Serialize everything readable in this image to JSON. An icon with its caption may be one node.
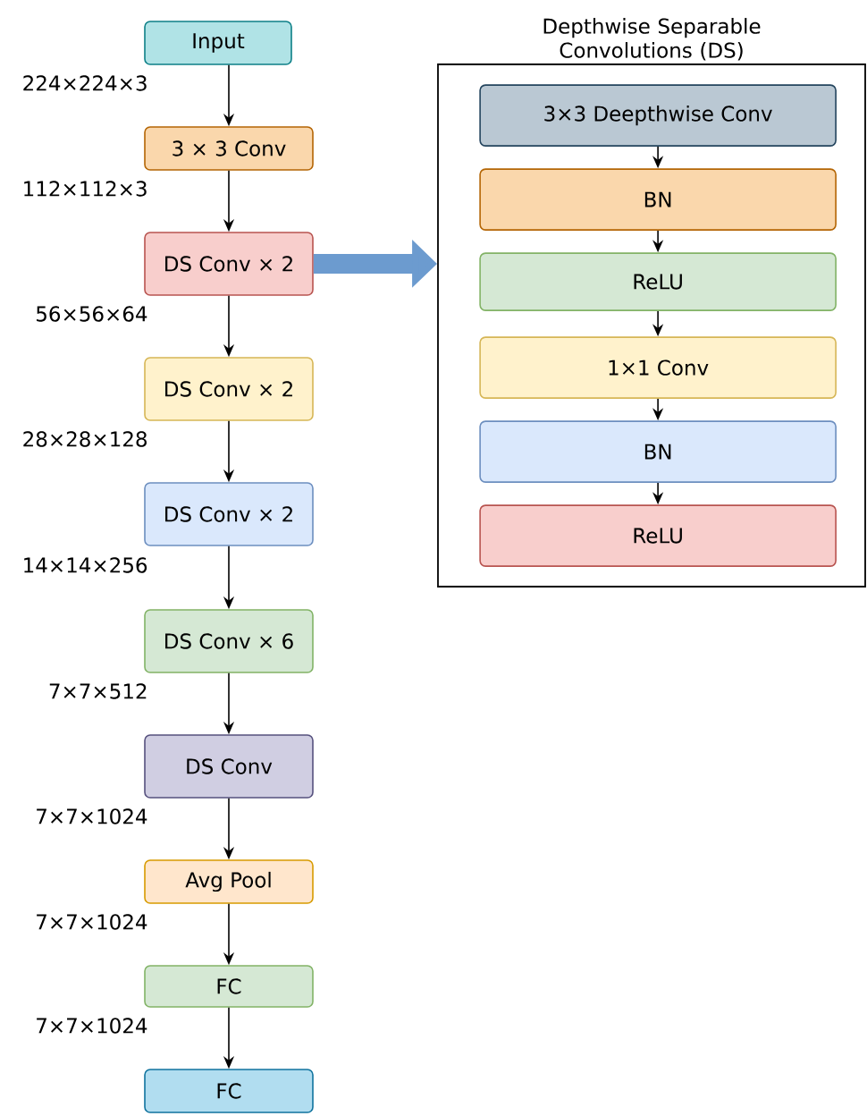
{
  "diagram": {
    "nodes": [
      {
        "text": [
          "Input"
        ]
      },
      {
        "text": [
          "3 × 3 Conv"
        ]
      },
      {
        "text": [
          "DS Conv × 2"
        ]
      },
      {
        "text": [
          "DS Conv × 2"
        ]
      },
      {
        "text": [
          "DS Conv × 2"
        ]
      },
      {
        "text": [
          "DS Conv × 6"
        ]
      },
      {
        "text": [
          "DS Conv"
        ]
      },
      {
        "text": [
          "Avg Pool"
        ]
      },
      {
        "text": [
          "FC"
        ]
      },
      {
        "text": [
          "FC"
        ]
      },
      {
        "text": [
          "Depthwise Separable Convolutions (DS)"
        ]
      },
      {
        "text": [
          "3×3 Deepthwise Conv"
        ],
        "in": 10
      },
      {
        "text": [
          "BN"
        ],
        "in": 10
      },
      {
        "text": [
          "ReLU"
        ],
        "in": 10
      },
      {
        "text": [
          "1×1 Conv"
        ],
        "in": 10
      },
      {
        "text": [
          "BN"
        ],
        "in": 10
      },
      {
        "text": [
          "ReLU"
        ],
        "in": 10
      }
    ],
    "edges": [
      {
        "from": 0,
        "to": 1,
        "arrow": "to",
        "label": "224×224×3"
      },
      {
        "from": 1,
        "to": 2,
        "arrow": "to",
        "label": "112×112×3"
      },
      {
        "from": 2,
        "to": 3,
        "arrow": "to",
        "label": "56×56×64"
      },
      {
        "from": 3,
        "to": 4,
        "arrow": "to",
        "label": "28×28×128"
      },
      {
        "from": 4,
        "to": 5,
        "arrow": "to",
        "label": "14×14×256"
      },
      {
        "from": 5,
        "to": 6,
        "arrow": "to",
        "label": "7×7×512"
      },
      {
        "from": 6,
        "to": 7,
        "arrow": "to",
        "label": "7×7×1024"
      },
      {
        "from": 7,
        "to": 8,
        "arrow": "to",
        "label": "7×7×1024"
      },
      {
        "from": 8,
        "to": 9,
        "arrow": "to",
        "label": "7×7×1024"
      },
      {
        "from": 2,
        "to": 10,
        "arrow": "to",
        "style": "thick",
        "color": "#6c9bcf"
      },
      {
        "from": 11,
        "to": 12,
        "arrow": "to"
      },
      {
        "from": 12,
        "to": 13,
        "arrow": "to"
      },
      {
        "from": 13,
        "to": 14,
        "arrow": "to"
      },
      {
        "from": 14,
        "to": 15,
        "arrow": "to"
      },
      {
        "from": 15,
        "to": 16,
        "arrow": "to"
      }
    ]
  }
}
